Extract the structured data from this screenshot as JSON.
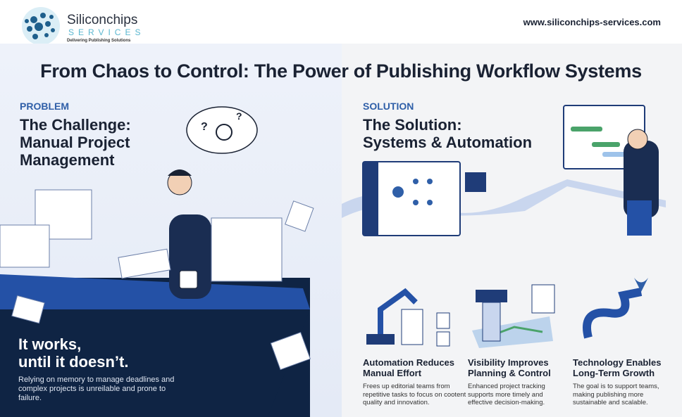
{
  "brand": {
    "name": "Siliconchips",
    "sub": "SERVICES",
    "tagline": "Delivering Publishing Solutions",
    "url": "www.siliconchips-services.com"
  },
  "title": "From Chaos to Control: The Power of Publishing Workflow Systems",
  "problem": {
    "kicker": "PROBLEM",
    "heading_lines": [
      "The Challenge:",
      "Manual Project",
      "Management"
    ],
    "quote_lines": [
      "It works,",
      "until it doesn’t."
    ],
    "description": "Relying on memory to manage deadlines and complex projects is unreilable and prone to failure."
  },
  "solution": {
    "kicker": "SOLUTION",
    "heading_lines": [
      "The Solution:",
      "Systems & Automation"
    ]
  },
  "features": [
    {
      "title": "Automation Reduces Manual Effort",
      "description": "Frees up editorial teams from repetitive tasks to focus on cootent quality and innovation.",
      "icon": "robot-arm-icon"
    },
    {
      "title": "Visibility Improves Planning & Control",
      "description": "Enhanced project tracking supports more timely and effective decision-making.",
      "icon": "control-tower-icon"
    },
    {
      "title": "Technology Enables Long-Term Growth",
      "description": "The goal is to support teams, making publishing more sustainable and scalable.",
      "icon": "growth-arrow-icon"
    }
  ],
  "colors": {
    "navy": "#0f2444",
    "accent": "#2f5fa8",
    "desk": "#2451a6"
  }
}
